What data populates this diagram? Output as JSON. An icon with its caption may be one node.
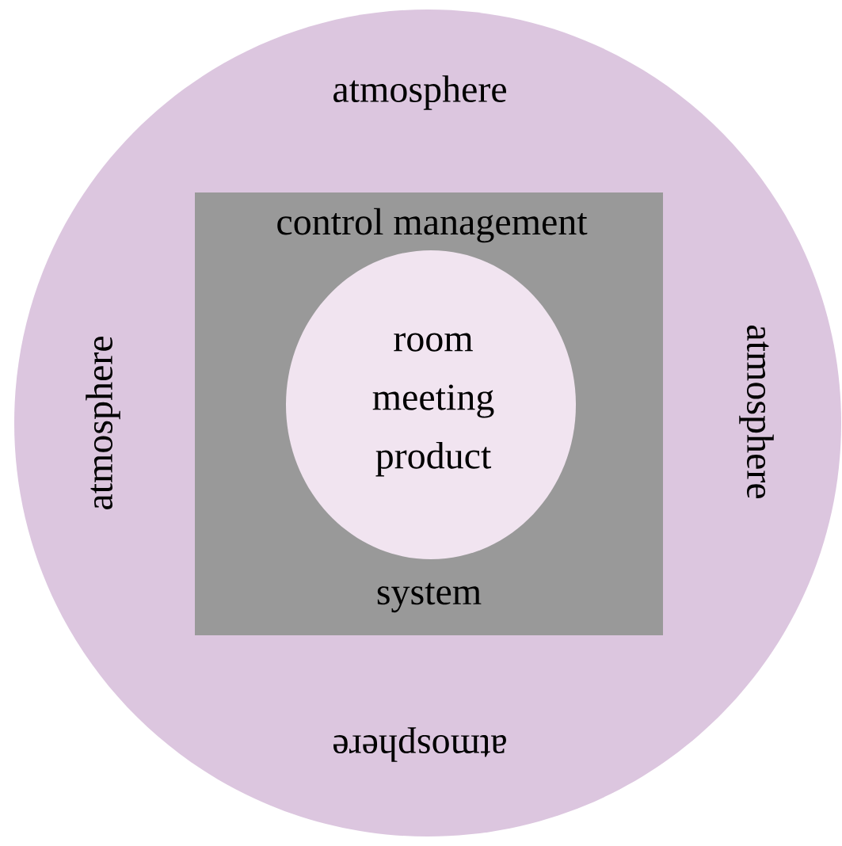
{
  "diagram": {
    "nodes": [
      {
        "text": [
          "atmosphere",
          "atmosphere",
          "atmosphere",
          "atmosphere"
        ]
      },
      {
        "text": [
          "control management",
          "system"
        ],
        "in": 0
      },
      {
        "text": [
          "room meeting product"
        ],
        "in": 1
      }
    ]
  }
}
